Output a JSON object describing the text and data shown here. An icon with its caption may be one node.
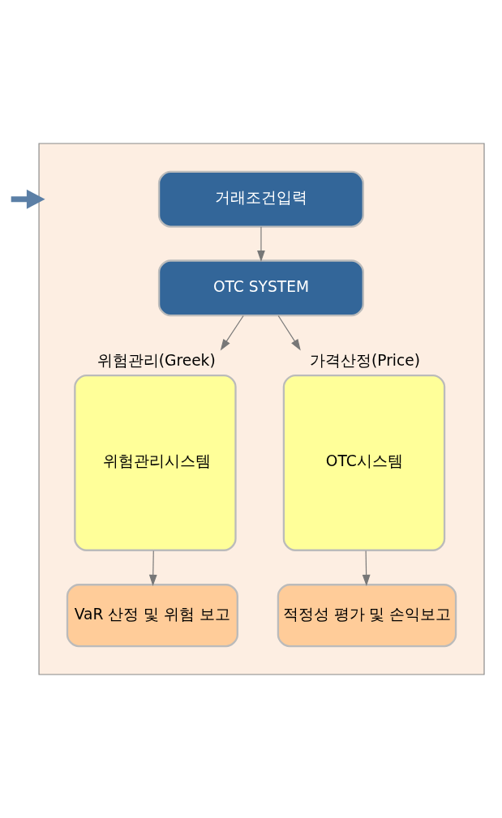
{
  "diagram": {
    "nodes": [
      {
        "text": [],
        "shape": "box"
      },
      {
        "text": [
          "거래조건입력"
        ],
        "in": 0
      },
      {
        "text": [
          "OTC SYSTEM"
        ],
        "in": 0
      },
      {
        "text": [
          "위험관리(Greek)",
          "위험관리시스템"
        ],
        "in": 0
      },
      {
        "text": [
          "가격산정(Price)",
          "OTC시스템"
        ],
        "in": 0
      },
      {
        "text": [
          "VaR 산정 및 위험 보고"
        ],
        "in": 0
      },
      {
        "text": [
          "적정성 평가 및 손익보고"
        ],
        "in": 0
      }
    ],
    "edges": [
      {
        "from": null,
        "to": 0,
        "arrow": "to",
        "style": "thick",
        "color": "#5b7fa6"
      },
      {
        "from": 1,
        "to": 2,
        "arrow": "to"
      },
      {
        "from": 2,
        "to": 3,
        "arrow": "to"
      },
      {
        "from": 2,
        "to": 4,
        "arrow": "to"
      },
      {
        "from": 3,
        "to": 5,
        "arrow": "to"
      },
      {
        "from": 4,
        "to": 6,
        "arrow": "to"
      }
    ]
  }
}
